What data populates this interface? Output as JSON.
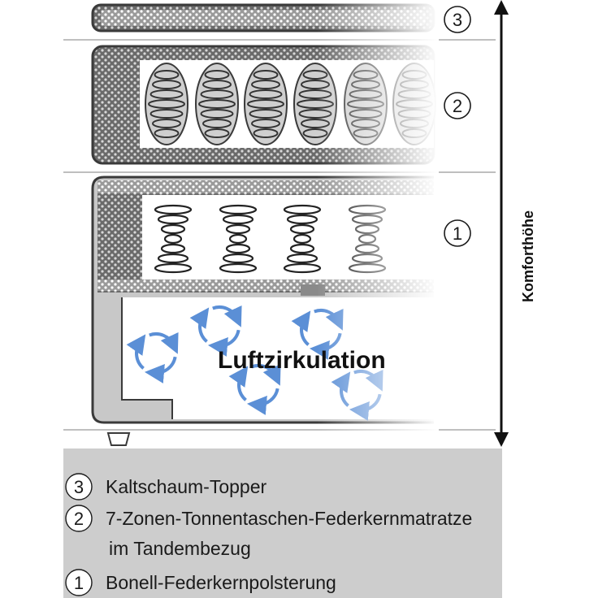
{
  "diagram": {
    "layers": [
      {
        "number": "3",
        "label": "Kaltschaum-Topper"
      },
      {
        "number": "2",
        "label": "7-Zonen-Tonnentaschen-Federkernmatratze",
        "label_line2": "im Tandembezug"
      },
      {
        "number": "1",
        "label": "Bonell-Federkernpolsterung"
      }
    ],
    "airflow_label": "Luftzirkulation",
    "axis_label": "Komforthöhe",
    "colors": {
      "frame": "#3a3a3a",
      "foam": "#555555",
      "legend_bg": "#cdcdcd",
      "air_arrow": "#5b8fd6",
      "base_fill": "#c8c8c8"
    },
    "icons": [
      "pocket-spring-icon",
      "bonell-spring-icon",
      "circular-arrow-icon",
      "foot-icon",
      "double-arrow-icon"
    ]
  }
}
